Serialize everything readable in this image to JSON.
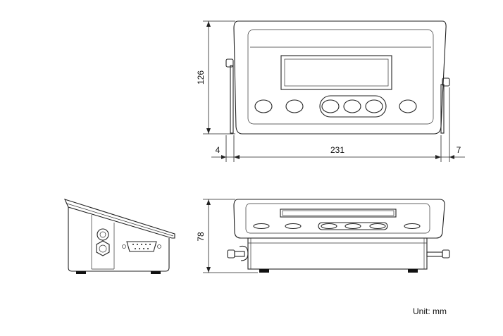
{
  "drawing": {
    "units_label": "Unit: mm",
    "dimensions": {
      "front_height": "126",
      "front_width": "231",
      "left_offset": "4",
      "right_offset": "7",
      "depth_height": "78"
    },
    "views": [
      "front-view",
      "side-view",
      "bottom-front-view"
    ]
  }
}
